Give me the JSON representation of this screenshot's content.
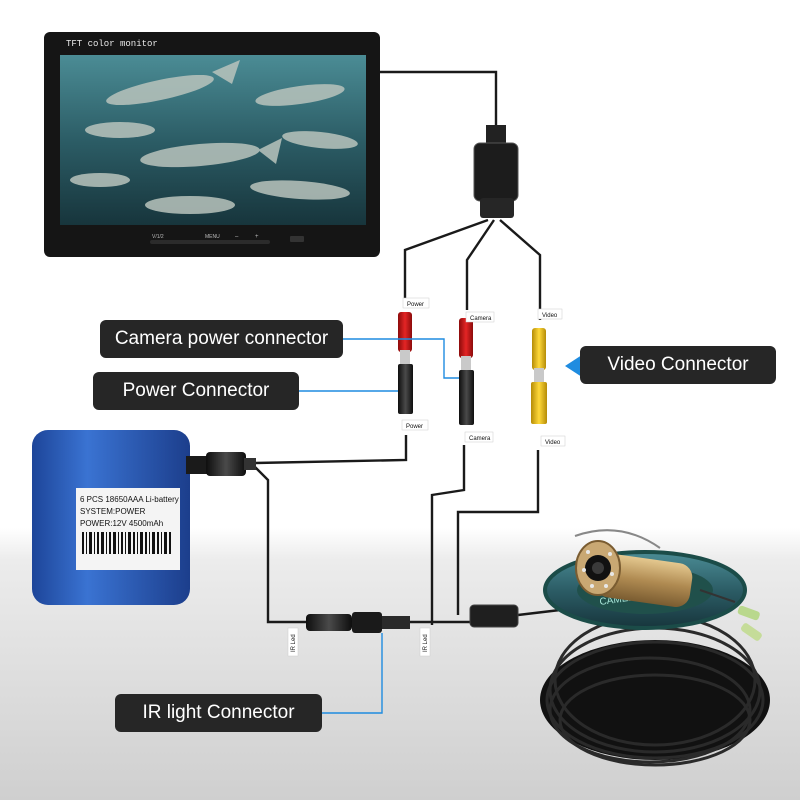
{
  "monitor": {
    "brand_text": "TFT color monitor",
    "buttons": [
      "V/1/2",
      "MENU",
      "–",
      "+"
    ]
  },
  "battery": {
    "line1": "6 PCS 18650AAA Li-battery",
    "line2": "SYSTEM:POWER",
    "line3": "POWER:12V 4500mAh"
  },
  "tags": {
    "power": "Power",
    "camera": "Camera",
    "video": "Video",
    "power_lower": "Power",
    "camera_lower": "Camera",
    "video_lower": "Video",
    "ir_led_left": "IR Led",
    "ir_led_right": "IR Led"
  },
  "reel": {
    "label": "CAMERA"
  },
  "callouts": {
    "camera_power": "Camera power connector",
    "power": "Power Connector",
    "video": "Video Connector",
    "ir": "IR light Connector"
  },
  "colors": {
    "callout_bg": "#262626",
    "pointer_line": "#1f8ce0",
    "battery": "#2e5fb8",
    "reel": "#2c7a72",
    "red_plug": "#d11a1a",
    "yellow_plug": "#f0c419"
  }
}
